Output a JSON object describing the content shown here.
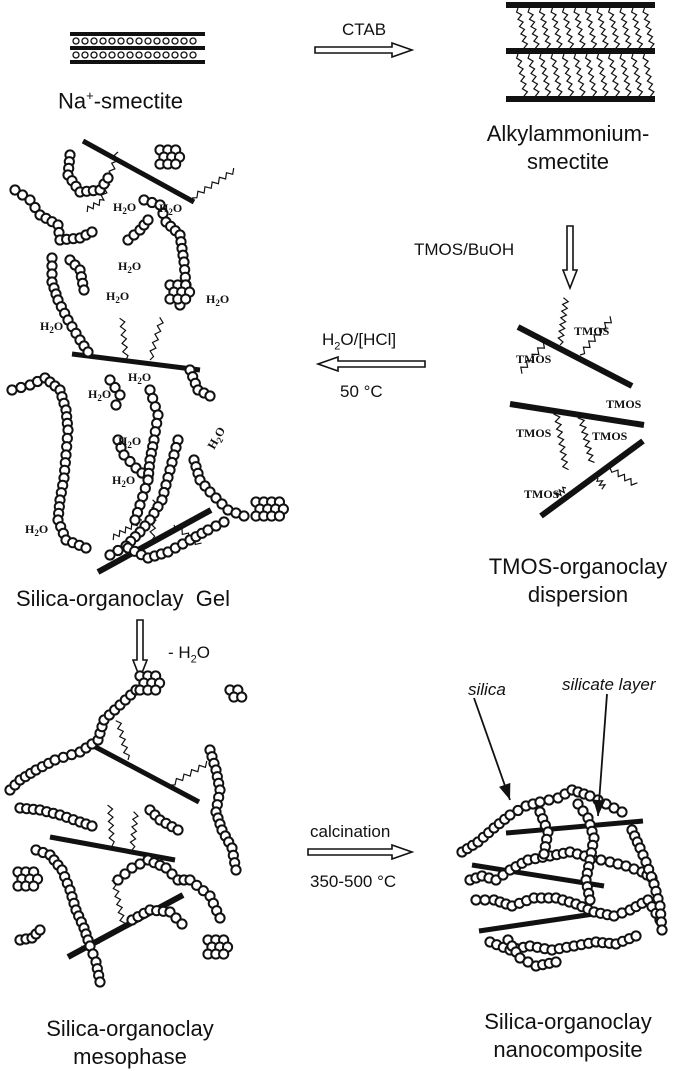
{
  "colors": {
    "ink": "#111111",
    "background": "#ffffff"
  },
  "labels": {
    "na_prefix": "Na",
    "na_sup": "+",
    "na_suffix": "-smectite",
    "alkyl_line1": "Alkylammonium-",
    "alkyl_line2": "smectite",
    "tmos_line1": "TMOS-organoclay",
    "tmos_line2": "dispersion",
    "gel": "Silica-organoclay  Gel",
    "meso_line1": "Silica-organoclay",
    "meso_line2": "mesophase",
    "nano_line1": "Silica-organoclay",
    "nano_line2": "nanocomposite"
  },
  "conditions": {
    "ctab": "CTAB",
    "tmos_buoh": "TMOS/BuOH",
    "hcl": "H2O/[HCl]",
    "temp_50": "50 °C",
    "minus_water": "- H2O",
    "calcination": "calcination",
    "temp_range": "350-500 °C"
  },
  "annotations": {
    "silica": "silica",
    "silicate_layer": "silicate layer"
  },
  "chem_tags": {
    "water": "H2O",
    "tmos": "TMOS"
  }
}
